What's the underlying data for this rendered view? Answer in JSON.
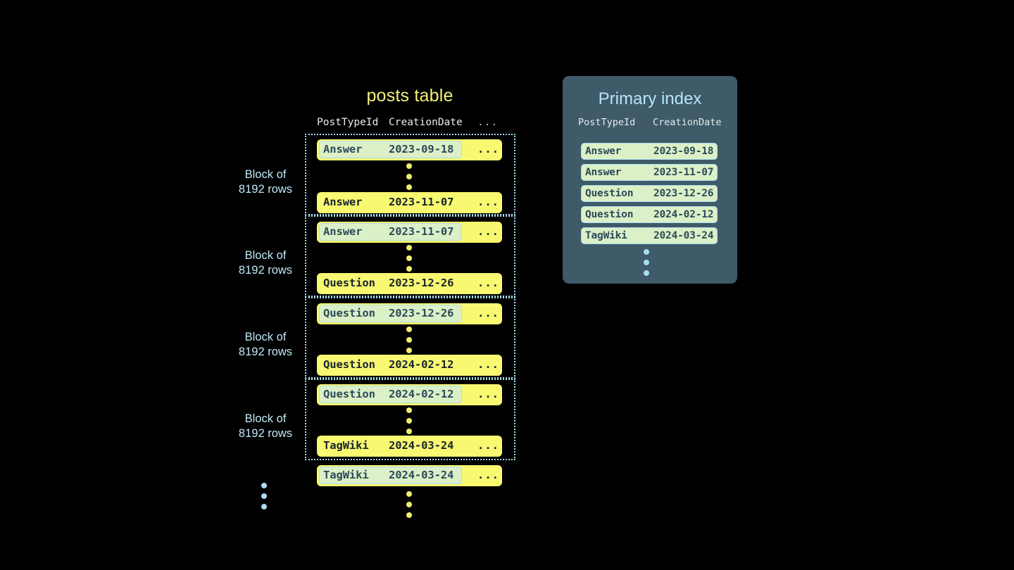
{
  "posts_table": {
    "title": "posts table",
    "columns": [
      "PostTypeId",
      "CreationDate",
      "..."
    ],
    "blocks": [
      {
        "label_line1": "Block of",
        "label_line2": "8192 rows",
        "first_row": {
          "type": "Answer",
          "date": "2023-09-18",
          "more": "...",
          "highlighted": true
        },
        "last_row": {
          "type": "Answer",
          "date": "2023-11-07",
          "more": "...",
          "highlighted": false
        }
      },
      {
        "label_line1": "Block of",
        "label_line2": "8192 rows",
        "first_row": {
          "type": "Answer",
          "date": "2023-11-07",
          "more": "...",
          "highlighted": true
        },
        "last_row": {
          "type": "Question",
          "date": "2023-12-26",
          "more": "...",
          "highlighted": false
        }
      },
      {
        "label_line1": "Block of",
        "label_line2": "8192 rows",
        "first_row": {
          "type": "Question",
          "date": "2023-12-26",
          "more": "...",
          "highlighted": true
        },
        "last_row": {
          "type": "Question",
          "date": "2024-02-12",
          "more": "...",
          "highlighted": false
        }
      },
      {
        "label_line1": "Block of",
        "label_line2": "8192 rows",
        "first_row": {
          "type": "Question",
          "date": "2024-02-12",
          "more": "...",
          "highlighted": true
        },
        "last_row": {
          "type": "TagWiki",
          "date": "2024-03-24",
          "more": "...",
          "highlighted": false
        }
      }
    ],
    "trailing_row": {
      "type": "TagWiki",
      "date": "2024-03-24",
      "more": "...",
      "highlighted": true
    }
  },
  "primary_index": {
    "title": "Primary index",
    "columns": [
      "PostTypeId",
      "CreationDate"
    ],
    "rows": [
      {
        "type": "Answer",
        "date": "2023-09-18"
      },
      {
        "type": "Answer",
        "date": "2023-11-07"
      },
      {
        "type": "Question",
        "date": "2023-12-26"
      },
      {
        "type": "Question",
        "date": "2024-02-12"
      },
      {
        "type": "TagWiki",
        "date": "2024-03-24"
      }
    ]
  },
  "colors": {
    "background": "#000000",
    "row_fill": "#f9f871",
    "highlight_fill": "#dcf0c8",
    "highlight_border": "#a9dced",
    "block_border": "#a8dceb",
    "label_blue": "#bfe9f7",
    "title_yellow": "#f2f07a",
    "panel_bg": "#3f5a68",
    "index_title": "#b6e6f7",
    "mono_text": "#16242c",
    "header_text": "#e9eef0"
  }
}
